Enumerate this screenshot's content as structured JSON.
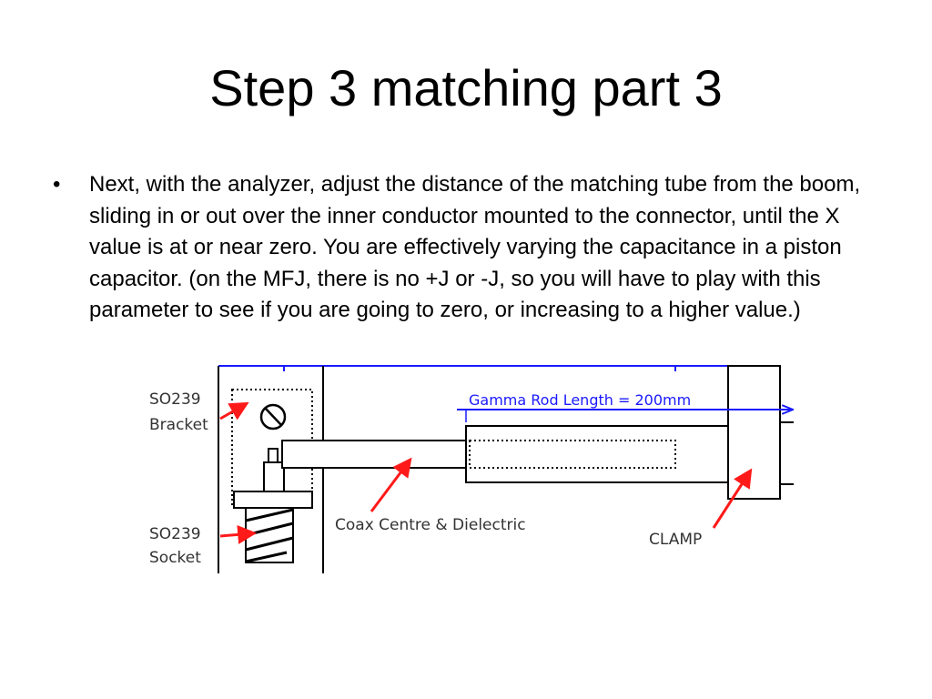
{
  "slide": {
    "title": "Step 3 matching part 3",
    "bullet_symbol": "•",
    "bullet_text": "Next, with the analyzer, adjust the distance of the matching tube from the boom, sliding in or out over the inner conductor mounted to the connector, until the X value is at or near zero. You are effectively varying the capacitance in a piston capacitor. (on the MFJ, there is no +J or -J, so you will have to play with this parameter to see if you are going to zero, or increasing to a higher value.)"
  },
  "diagram": {
    "labels": {
      "bracket_line1": "SO239",
      "bracket_line2": "Bracket",
      "socket_line1": "SO239",
      "socket_line2": "Socket",
      "coax": "Coax Centre & Dielectric",
      "clamp": "CLAMP",
      "gamma_rod": "Gamma Rod Length = 200mm"
    },
    "colors": {
      "line": "#000000",
      "dimension": "#1a1aff",
      "arrow": "#ff1a1a",
      "label": "#333333"
    }
  }
}
